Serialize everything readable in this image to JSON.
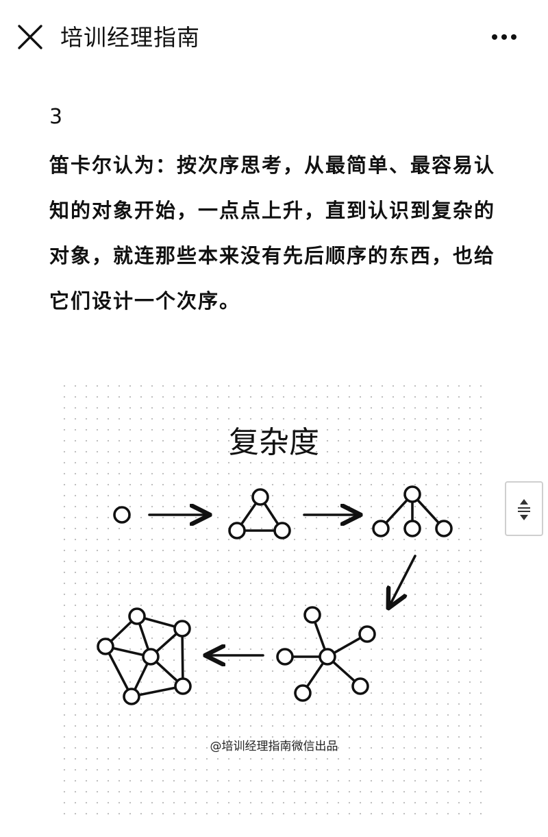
{
  "nav": {
    "title": "培训经理指南",
    "close_icon": "close-icon",
    "more_icon": "more-horizontal-icon"
  },
  "article": {
    "section_number": "3",
    "paragraph": "笛卡尔认为：按次序思考，从最简单、最容易认知的对象开始，一点点上升，直到认识到复杂的对象，就连那些本来没有先后顺序的东西，也给它们设计一个次序。"
  },
  "figure": {
    "title": "复杂度",
    "credit": "@培训经理指南微信出品"
  },
  "scroll_handle": {
    "icon": "scroll-handle-icon"
  }
}
